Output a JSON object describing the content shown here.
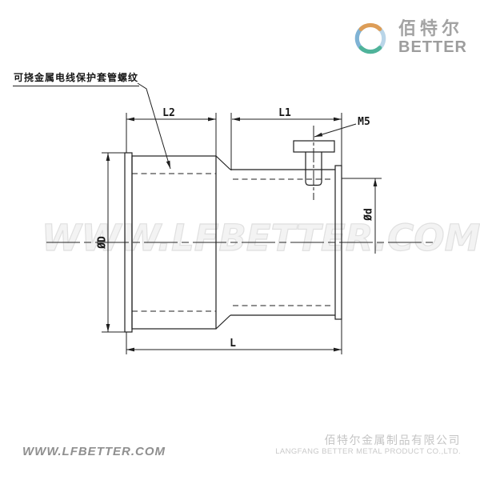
{
  "logo": {
    "name_cn": "佰特尔",
    "name_en": "BETTER"
  },
  "title_callout": "可挠金属电线保护套管螺纹",
  "dimensions": {
    "l2": "L2",
    "l1": "L1",
    "m5": "M5",
    "outer_diameter": "ØD",
    "inner_diameter": "Ød",
    "total_length": "L"
  },
  "watermark": "WWW.LFBETTER.COM",
  "footer": {
    "website": "WWW.LFBETTER.COM",
    "company_cn": "佰特尔金属制品有限公司",
    "company_en": "LANGFANG BETTER METAL PRODUCT CO.,LTD."
  },
  "colors": {
    "drawing_line": "#1f1f1f",
    "logo_gray": "#a3a3a3",
    "watermark_gray": "#e0e0e0",
    "footer_gray": "#8f8f8f",
    "swirl_orange": "#dd9d57",
    "swirl_blue_pale": "#b9d5e8",
    "swirl_blue": "#7fb3d5",
    "swirl_teal": "#4fb39a"
  }
}
